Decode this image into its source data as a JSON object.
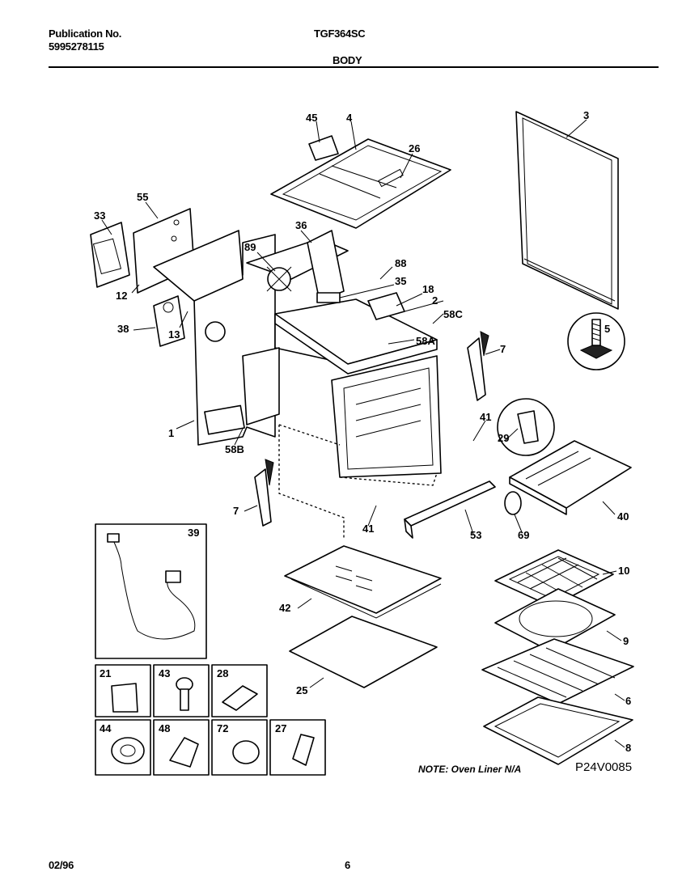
{
  "header": {
    "publication_label": "Publication No.",
    "publication_number": "5995278115",
    "model": "TGF364SC",
    "section": "BODY"
  },
  "footer": {
    "date": "02/96",
    "page": "6"
  },
  "note": "NOTE: Oven Liner N/A",
  "drawing_code": "P24V0085",
  "part_labels": {
    "p45": "45",
    "p4": "4",
    "p26": "26",
    "p3": "3",
    "p55": "55",
    "p33": "33",
    "p36": "36",
    "p89": "89",
    "p88": "88",
    "p35": "35",
    "p18": "18",
    "p2": "2",
    "p58C": "58C",
    "p12": "12",
    "p38": "38",
    "p13": "13",
    "p5": "5",
    "p58A": "58A",
    "p7a": "7",
    "p7b": "7",
    "p1": "1",
    "p58B": "58B",
    "p41a": "41",
    "p41b": "41",
    "p29": "29",
    "p40": "40",
    "p53": "53",
    "p69": "69",
    "p39": "39",
    "p10": "10",
    "p42": "42",
    "p9": "9",
    "p25": "25",
    "p6": "6",
    "p8": "8",
    "p21": "21",
    "p43": "43",
    "p28": "28",
    "p44": "44",
    "p48": "48",
    "p72": "72",
    "p27": "27"
  }
}
